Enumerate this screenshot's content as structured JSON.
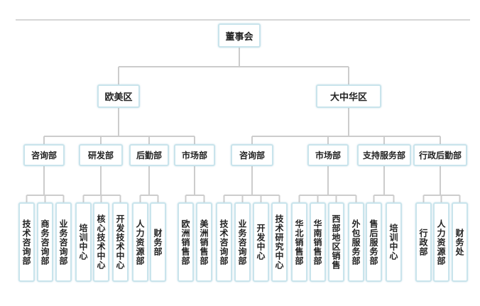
{
  "org_chart": {
    "name": "董事会",
    "children": [
      {
        "name": "欧美区",
        "children": [
          {
            "name": "咨询部",
            "children": [
              "技术咨询部",
              "商务咨询部",
              "业务咨询部"
            ]
          },
          {
            "name": "研发部",
            "children": [
              "培训中心",
              "核心技术中心",
              "开发技术中心"
            ]
          },
          {
            "name": "后勤部",
            "children": [
              "人力资源部",
              "财务部"
            ]
          },
          {
            "name": "市场部",
            "children": [
              "欧洲销售部",
              "美洲销售部"
            ]
          }
        ]
      },
      {
        "name": "大中华区",
        "children": [
          {
            "name": "咨询部",
            "children": [
              "技术咨询部",
              "业务咨询部",
              "开发中心",
              "技术研究中心"
            ]
          },
          {
            "name": "市场部",
            "children": [
              "华北销售部",
              "华南销售部",
              "西部地区销售",
              "外包服务部"
            ]
          },
          {
            "name": "支持服务部",
            "children": [
              "售后服务部",
              "培训中心"
            ]
          },
          {
            "name": "行政后勤部",
            "children": [
              "行政部",
              "人力资源部",
              "财务处"
            ]
          }
        ]
      }
    ]
  },
  "colors": {
    "node_border": "#c9e4ec",
    "connector": "#cccccc",
    "text": "#222222"
  }
}
